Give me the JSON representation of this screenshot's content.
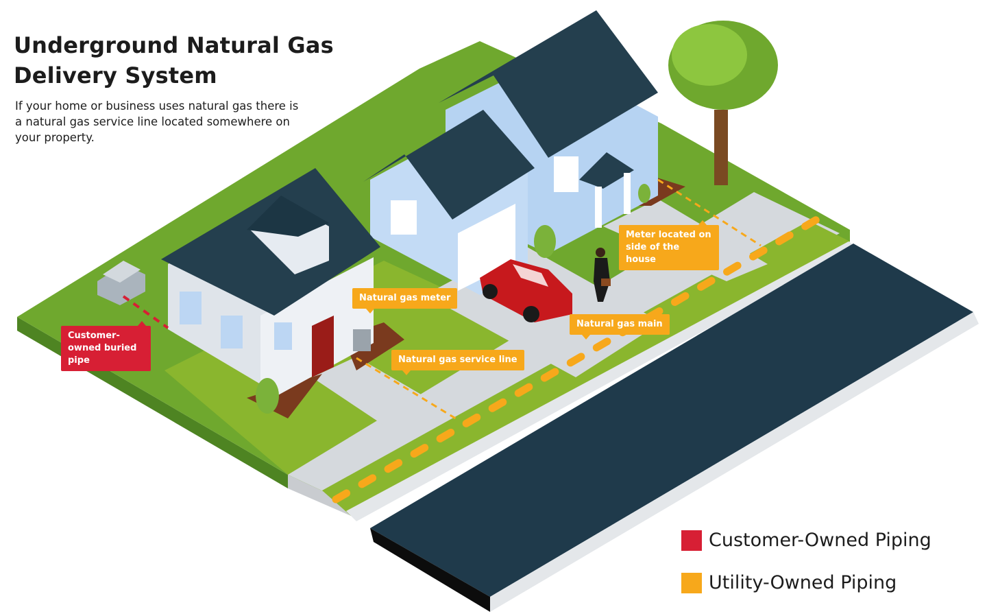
{
  "title": "Underground Natural Gas Delivery System",
  "subtitle": "If your home or business uses natural gas there is a natural gas service line located somewhere on your property.",
  "callouts": {
    "gas_meter": "Natural gas meter",
    "service_line": "Natural gas service line",
    "gas_main": "Natural gas main",
    "meter_side": "Meter located on side of the house",
    "customer_pipe": "Customer-owned buried pipe"
  },
  "legend": [
    {
      "label": "Customer-Owned Piping",
      "color": "#d71f34"
    },
    {
      "label": "Utility-Owned Piping",
      "color": "#f7a81b"
    }
  ],
  "colors": {
    "grass_top": "#6fa82e",
    "grass_side": "#8ab62e",
    "road": "#1f3a4b",
    "roof": "#243f4e",
    "house_white": "#e6ebf1",
    "house_blue": "#b6d3f2",
    "customer_pipe": "#d71f34",
    "utility_pipe": "#f7a81b"
  }
}
